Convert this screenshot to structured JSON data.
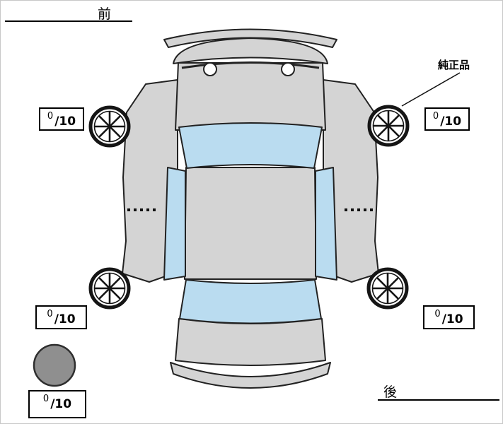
{
  "labels": {
    "front": "前",
    "rear": "後",
    "genuine_part": "純正品"
  },
  "tires": {
    "front_left": {
      "value": "0",
      "denom": "/10"
    },
    "front_right": {
      "value": "0",
      "denom": "/10"
    },
    "rear_left": {
      "value": "0",
      "denom": "/10"
    },
    "rear_right": {
      "value": "0",
      "denom": "/10"
    },
    "spare": {
      "value": "0",
      "denom": "/10"
    }
  },
  "colors": {
    "body": "#d4d4d4",
    "window": "#badcf0",
    "spare_tire": "#8f8f8f",
    "outline": "#222222"
  }
}
